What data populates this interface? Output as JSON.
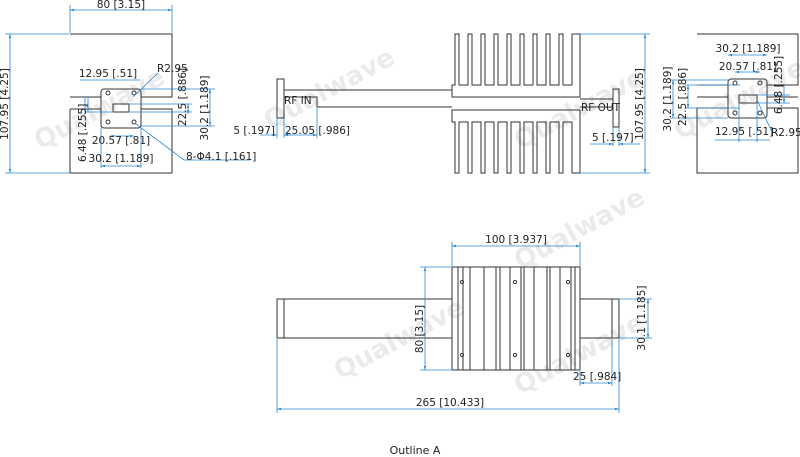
{
  "watermark": "Qualwave",
  "colors": {
    "outline": "#333333",
    "dimension": "#2a86d6"
  },
  "left_view": {
    "width": "80 [3.15]",
    "height": "107.95 [4.25]",
    "opening_width": "12.95 [.51]",
    "radius": "R2.95",
    "opening_height": "22.5 [.886]",
    "hole_pitch_v": "30.2 [1.189]",
    "opening_offset": "6.48 [.255]",
    "hole_spacing": "20.57 [.81]",
    "hole_pitch_h": "30.2 [1.189]",
    "holes": "8-Φ4.1 [.161]"
  },
  "side_view": {
    "rf_in": "RF IN",
    "rf_out": "RF OUT",
    "flange_thickness_in": "5 [.197]",
    "input_length": "25.05 [.986]",
    "flange_thickness_out": "5 [.197]",
    "height": "107.95 [4.25]"
  },
  "right_view": {
    "hole_pitch_v": "30.2 [1.189]",
    "opening_height": "22.5 [.886]",
    "hole_pitch_h": "30.2 [1.189]",
    "hole_spacing": "20.57 [.81]",
    "opening_offset": "6.48 [.255]",
    "opening_width": "12.95 [.51]",
    "radius": "R2.95"
  },
  "top_view": {
    "heatsink_length": "100 [3.937]",
    "heatsink_width": "80 [3.15]",
    "waveguide_width": "30.1 [1.185]",
    "output_length": "25 [.984]",
    "total_length": "265 [10.433]"
  },
  "caption": "Outline A"
}
